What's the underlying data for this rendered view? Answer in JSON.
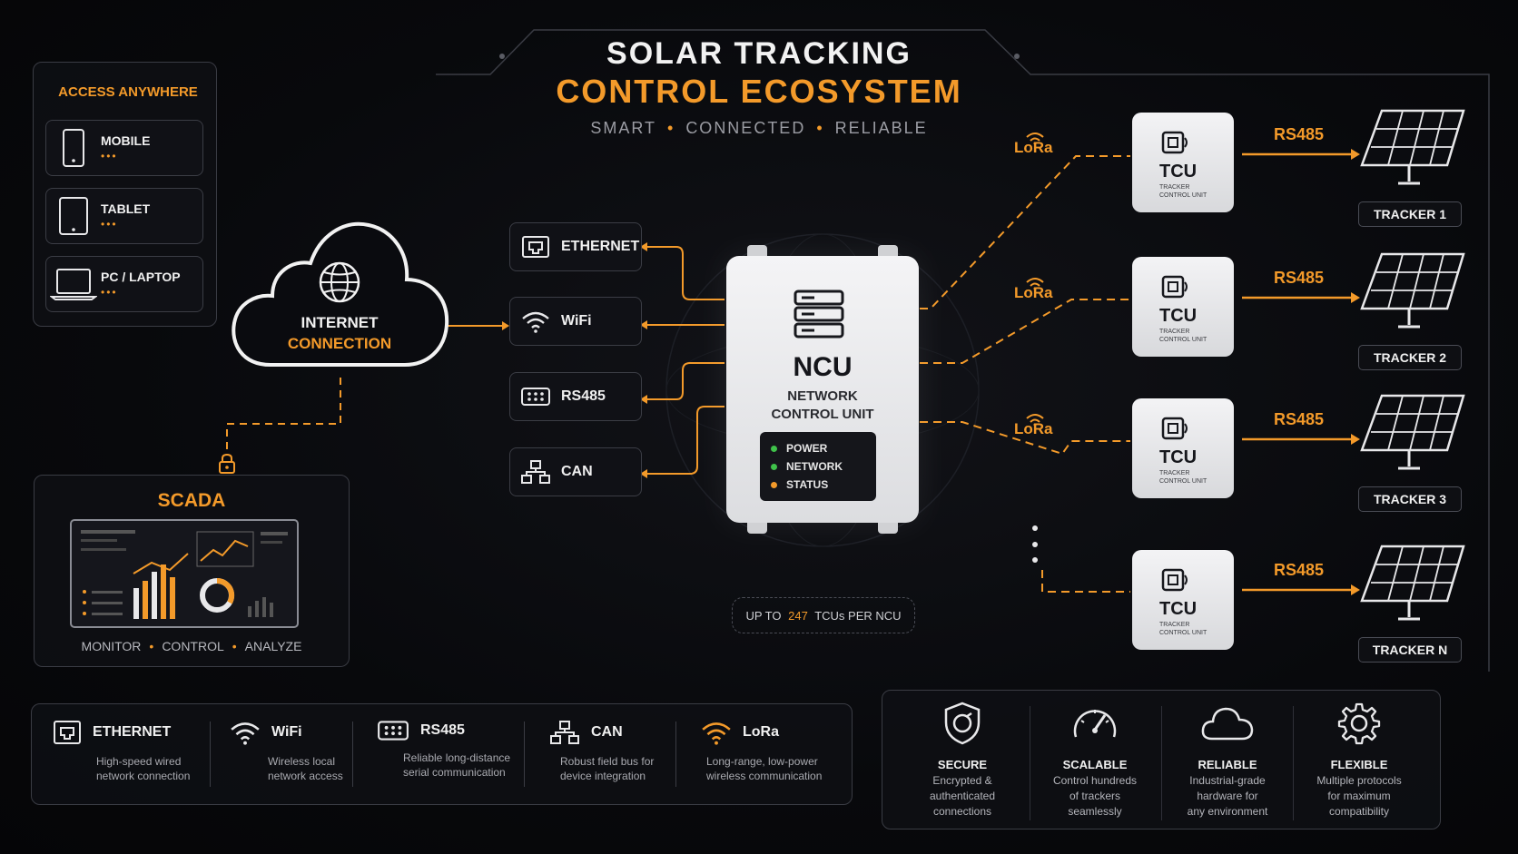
{
  "header": {
    "title_line1": "SOLAR TRACKING",
    "title_line2": "CONTROL ECOSYSTEM",
    "tagline": [
      "SMART",
      "CONNECTED",
      "RELIABLE"
    ]
  },
  "access": {
    "title": "ACCESS ANYWHERE",
    "items": [
      {
        "label": "MOBILE",
        "icon": "mobile-icon"
      },
      {
        "label": "TABLET",
        "icon": "tablet-icon"
      },
      {
        "label": "PC / LAPTOP",
        "icon": "laptop-icon"
      }
    ],
    "dots": "•••"
  },
  "cloud": {
    "line1": "INTERNET",
    "line2": "CONNECTION",
    "icon": "globe-icon"
  },
  "scada": {
    "title": "SCADA",
    "footer": [
      "MONITOR",
      "CONTROL",
      "ANALYZE"
    ]
  },
  "protocols": [
    {
      "label": "ETHERNET",
      "icon": "ethernet-icon"
    },
    {
      "label": "WiFi",
      "icon": "wifi-icon"
    },
    {
      "label": "RS485",
      "icon": "rs485-port-icon"
    },
    {
      "label": "CAN",
      "icon": "network-tree-icon"
    }
  ],
  "ncu": {
    "title": "NCU",
    "subtitle_line1": "NETWORK",
    "subtitle_line2": "CONTROL UNIT",
    "status": [
      {
        "label": "POWER",
        "color": "#3fc24a"
      },
      {
        "label": "NETWORK",
        "color": "#3fc24a"
      },
      {
        "label": "STATUS",
        "color": "#f39a2a"
      }
    ],
    "note_prefix": "UP TO ",
    "note_value": "247",
    "note_suffix": " TCUs PER NCU"
  },
  "tcus": [
    {
      "title": "TCU",
      "sub1": "TRACKER",
      "sub2": "CONTROL UNIT",
      "link": "LoRa",
      "bus": "RS485",
      "tracker": "TRACKER 1"
    },
    {
      "title": "TCU",
      "sub1": "TRACKER",
      "sub2": "CONTROL UNIT",
      "link": "LoRa",
      "bus": "RS485",
      "tracker": "TRACKER 2"
    },
    {
      "title": "TCU",
      "sub1": "TRACKER",
      "sub2": "CONTROL UNIT",
      "link": "LoRa",
      "bus": "RS485",
      "tracker": "TRACKER 3"
    },
    {
      "title": "TCU",
      "sub1": "TRACKER",
      "sub2": "CONTROL UNIT",
      "link": "",
      "bus": "RS485",
      "tracker": "TRACKER N"
    }
  ],
  "legend": [
    {
      "name": "ETHERNET",
      "desc1": "High-speed wired",
      "desc2": "network connection",
      "icon": "ethernet-icon"
    },
    {
      "name": "WiFi",
      "desc1": "Wireless local",
      "desc2": "network access",
      "icon": "wifi-icon"
    },
    {
      "name": "RS485",
      "desc1": "Reliable long-distance",
      "desc2": "serial communication",
      "icon": "rs485-port-icon"
    },
    {
      "name": "CAN",
      "desc1": "Robust field bus for",
      "desc2": "device integration",
      "icon": "network-tree-icon"
    },
    {
      "name": "LoRa",
      "desc1": "Long-range, low-power",
      "desc2": "wireless communication",
      "icon": "lora-signal-icon"
    }
  ],
  "features": [
    {
      "name": "SECURE",
      "desc": [
        "Encrypted &",
        "authenticated",
        "connections"
      ],
      "icon": "shield-icon"
    },
    {
      "name": "SCALABLE",
      "desc": [
        "Control hundreds",
        "of trackers",
        "seamlessly"
      ],
      "icon": "gauge-icon"
    },
    {
      "name": "RELIABLE",
      "desc": [
        "Industrial-grade",
        "hardware for",
        "any environment"
      ],
      "icon": "cloud-icon"
    },
    {
      "name": "FLEXIBLE",
      "desc": [
        "Multiple protocols",
        "for maximum",
        "compatibility"
      ],
      "icon": "gear-icon"
    }
  ],
  "colors": {
    "accent": "#f39a2a",
    "background": "#08090c",
    "panel_border": "#3a3c44",
    "device": "#e9e9ec"
  }
}
